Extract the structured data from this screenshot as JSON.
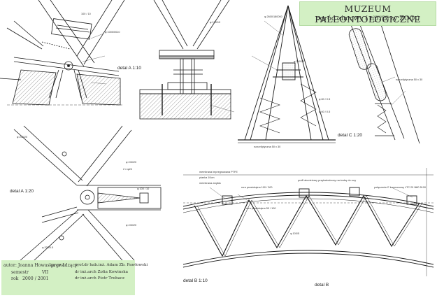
{
  "title": {
    "main": "MUZEUM PALEONTOLOGICZNE",
    "sub": "ogród zimowy ( np. przy ZOO )"
  },
  "labels": {
    "detail_a_110": "detal A 1:10",
    "detail_c_120": "detal C 1:20",
    "detail_a_120": "detal A 1:20",
    "detail_b_110": "detal B 1:10",
    "detail_b": "detal B"
  },
  "annotations": {
    "membrana": "membrana impregnowana PTFE",
    "pianka": "pianka 10cm",
    "membrana_zwykla": "membrana zwykła",
    "rura_100_300": "rura prostokątna 100 / 300",
    "profil": "profil aluminiowy przytwierdzony na śrubę do rury",
    "rura_50_100": "rura prostokątna 50 / 100",
    "polaczenie": "połączenie E konmonowy LTC 20 9ł80 5100",
    "rura_50x30": "rura eliptyczna 50 x 30",
    "rura_50x30_b": "rura eliptyczna 50 x 30",
    "p100_10": "100 / 10",
    "phi_1000": "φ 1000/0010",
    "phi_240": "φ 240/20",
    "phi_2600": "φ 2600/180000",
    "phi_2600b": "φ 2600/180000",
    "phi_80": "φ 80 / 0.5",
    "phi_60": "φ 60 / 0.5",
    "phi_240_20": "φ 240/20",
    "phi_100_10": "φ 100 / 10",
    "phi_200_5": "φ 200/0.5",
    "phi_100_5": "φ 100/5",
    "p2x_phi": "2 x φ24",
    "p20020": "φ 200/20",
    "p240": "φ 240/20",
    "p100_10b": "φ 100/10"
  },
  "credits": {
    "autor": "autor: Joanna Howaska gr 1",
    "semestr_l": "semestr",
    "semestr_v": "VII",
    "rok_l": "rok",
    "rok_v": "2000  /  2001",
    "prow_l": "prowadzący:",
    "prow_1": "prof.dr hab.inż. Adam Zb. Pawłowski",
    "prow_2": "dr inż.arch Zofia Kowinska",
    "prow_3": "dr inż.arch Piotr Trebacz"
  },
  "colors": {
    "title_bg": "#d3f0c4",
    "line": "#1a1a1a",
    "hatch": "#555555"
  }
}
